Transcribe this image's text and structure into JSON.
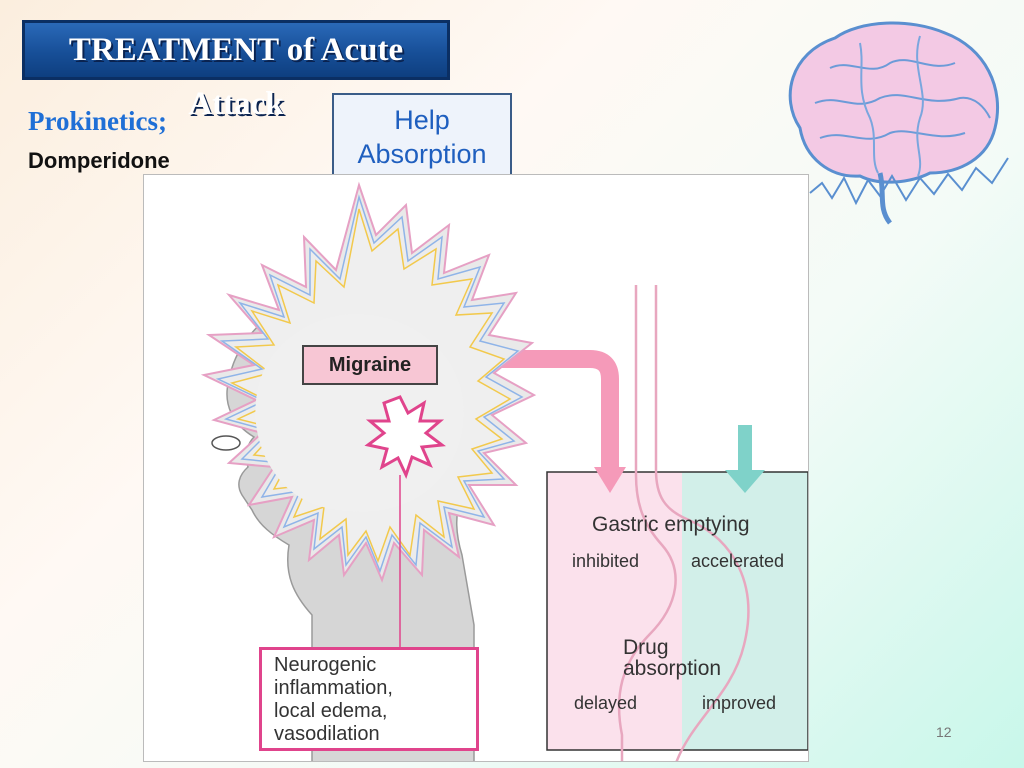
{
  "slide": {
    "title": "TREATMENT of Acute Attack",
    "heading": "Prokinetics;",
    "subheading": "Domperidone",
    "callout_line1": "Help",
    "callout_line2": "Absorption",
    "page_number": "12"
  },
  "diagram": {
    "migraine_label": "Migraine",
    "neuro_lines": [
      "Neurogenic",
      "inflammation,",
      "local edema,",
      "vasodilation"
    ],
    "gastric_emptying": "Gastric emptying",
    "inhibited": "inhibited",
    "accelerated": "accelerated",
    "drug": "Drug",
    "absorption": "absorption",
    "delayed": "delayed",
    "improved": "improved"
  },
  "colors": {
    "title_bg": "#174f98",
    "heading": "#1f6fd6",
    "pink_panel": "#fbe1ec",
    "teal_panel": "#d2efe9",
    "arrow_pink": "#f59ab9",
    "arrow_teal": "#7fd2c9"
  },
  "icons": [
    "brain-icon",
    "starburst-icon"
  ]
}
